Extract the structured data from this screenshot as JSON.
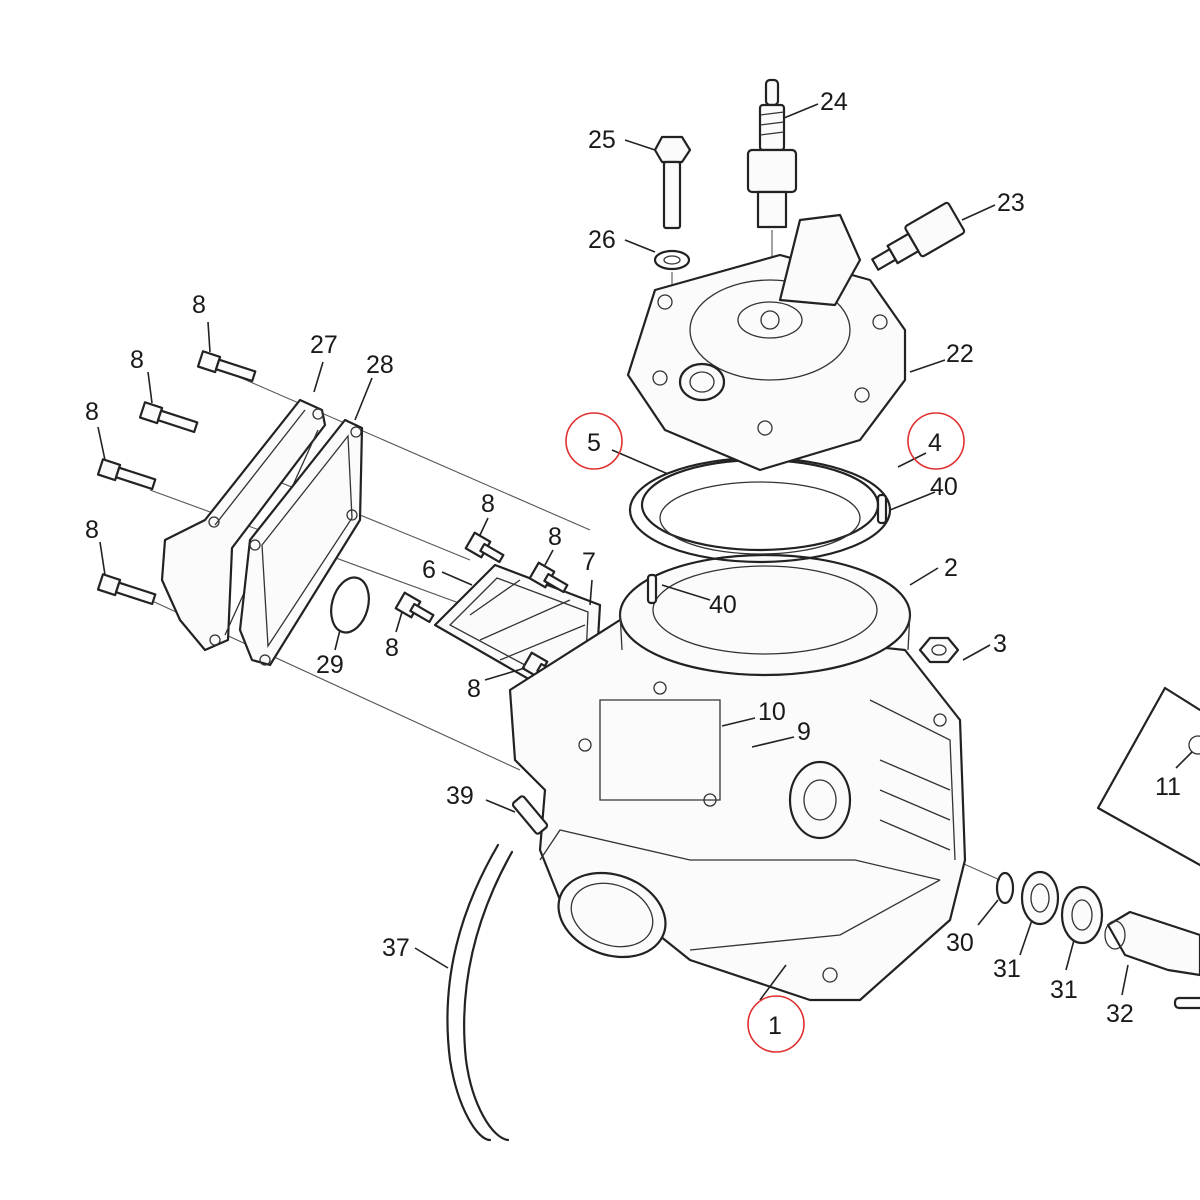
{
  "figure": {
    "callouts": [
      "1",
      "2",
      "3",
      "4",
      "5",
      "6",
      "7",
      "8",
      "9",
      "10",
      "11",
      "22",
      "23",
      "24",
      "25",
      "26",
      "27",
      "28",
      "29",
      "30",
      "31",
      "32",
      "37",
      "39",
      "40"
    ],
    "highlighted": [
      "1",
      "4",
      "5"
    ],
    "highlight_color": "#e03030",
    "line_color": "#222222"
  }
}
